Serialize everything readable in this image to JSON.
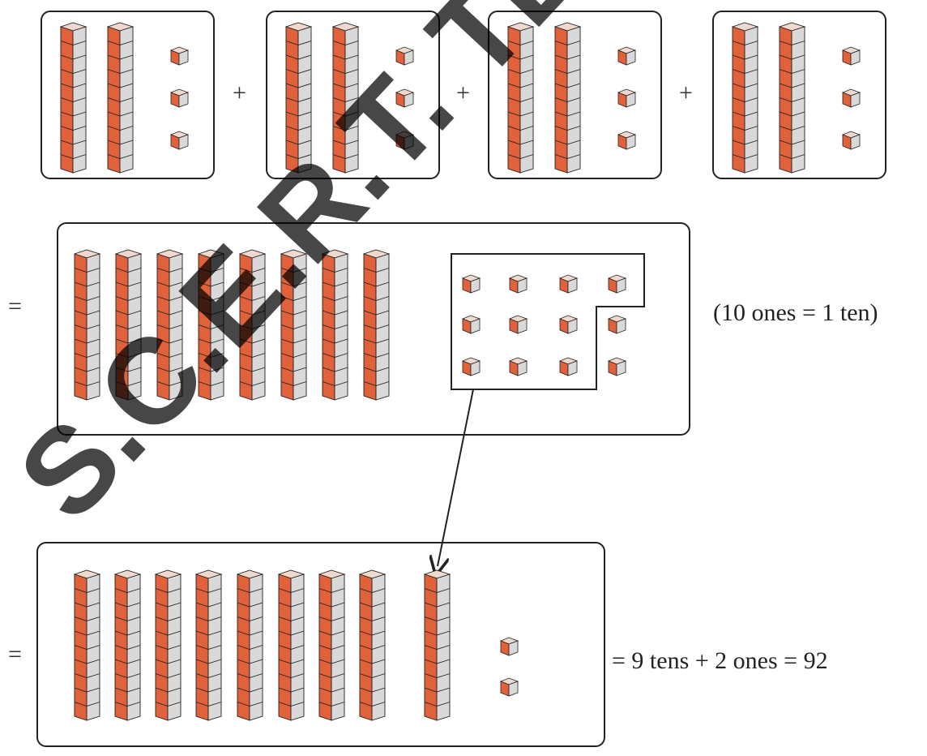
{
  "colors": {
    "cube_front": "#e0613a",
    "cube_side": "#d9d9d9",
    "cube_top": "#efd9cf",
    "outline": "#222222",
    "watermark": "#000000"
  },
  "top_row": {
    "groups": [
      {
        "rods": 2,
        "units": 3
      },
      {
        "rods": 2,
        "units": 3
      },
      {
        "rods": 2,
        "units": 3
      },
      {
        "rods": 2,
        "units": 3
      }
    ],
    "plus_sign": "+"
  },
  "middle_row": {
    "equals_sign": "=",
    "rods": 8,
    "units": 12,
    "regroup_note": "(10 ones = 1 ten)"
  },
  "bottom_row": {
    "equals_sign": "=",
    "rods": 9,
    "units": 2,
    "result_text": "= 9 tens + 2 ones = 92"
  },
  "watermark_text": "S.C.E.R.T. TELANGANA"
}
